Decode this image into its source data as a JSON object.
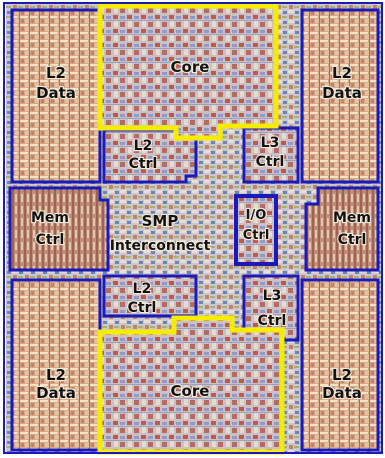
{
  "diagram": {
    "blocks": {
      "core_top": "Core",
      "core_bottom": "Core",
      "l2_data_top_left": [
        "L2",
        "Data"
      ],
      "l2_data_top_right": [
        "L2",
        "Data"
      ],
      "l2_data_bottom_left": [
        "L2",
        "Data"
      ],
      "l2_data_bottom_right": [
        "L2",
        "Data"
      ],
      "l2_ctrl_top": [
        "L2",
        "Ctrl"
      ],
      "l2_ctrl_bottom": [
        "L2",
        "Ctrl"
      ],
      "l3_ctrl_top": [
        "L3",
        "Ctrl"
      ],
      "l3_ctrl_bottom": [
        "L3",
        "Ctrl"
      ],
      "mem_ctrl_left": [
        "Mem",
        "Ctrl"
      ],
      "mem_ctrl_right": [
        "Mem",
        "Ctrl"
      ],
      "io_ctrl": [
        "I/O",
        "Ctrl"
      ],
      "smp_interconnect": [
        "SMP",
        "Interconnect"
      ]
    },
    "colors": {
      "outline": "#1a1ab8",
      "core_highlight": "#f5ec00",
      "background": "#ffffff"
    }
  }
}
